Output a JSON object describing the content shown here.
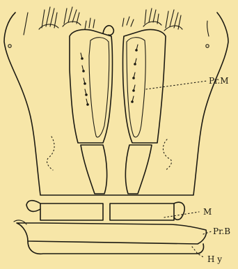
{
  "labels": {
    "pr_m": "Pr.M",
    "m": "M",
    "pr_b": "Pr.B",
    "hy": "H y"
  }
}
